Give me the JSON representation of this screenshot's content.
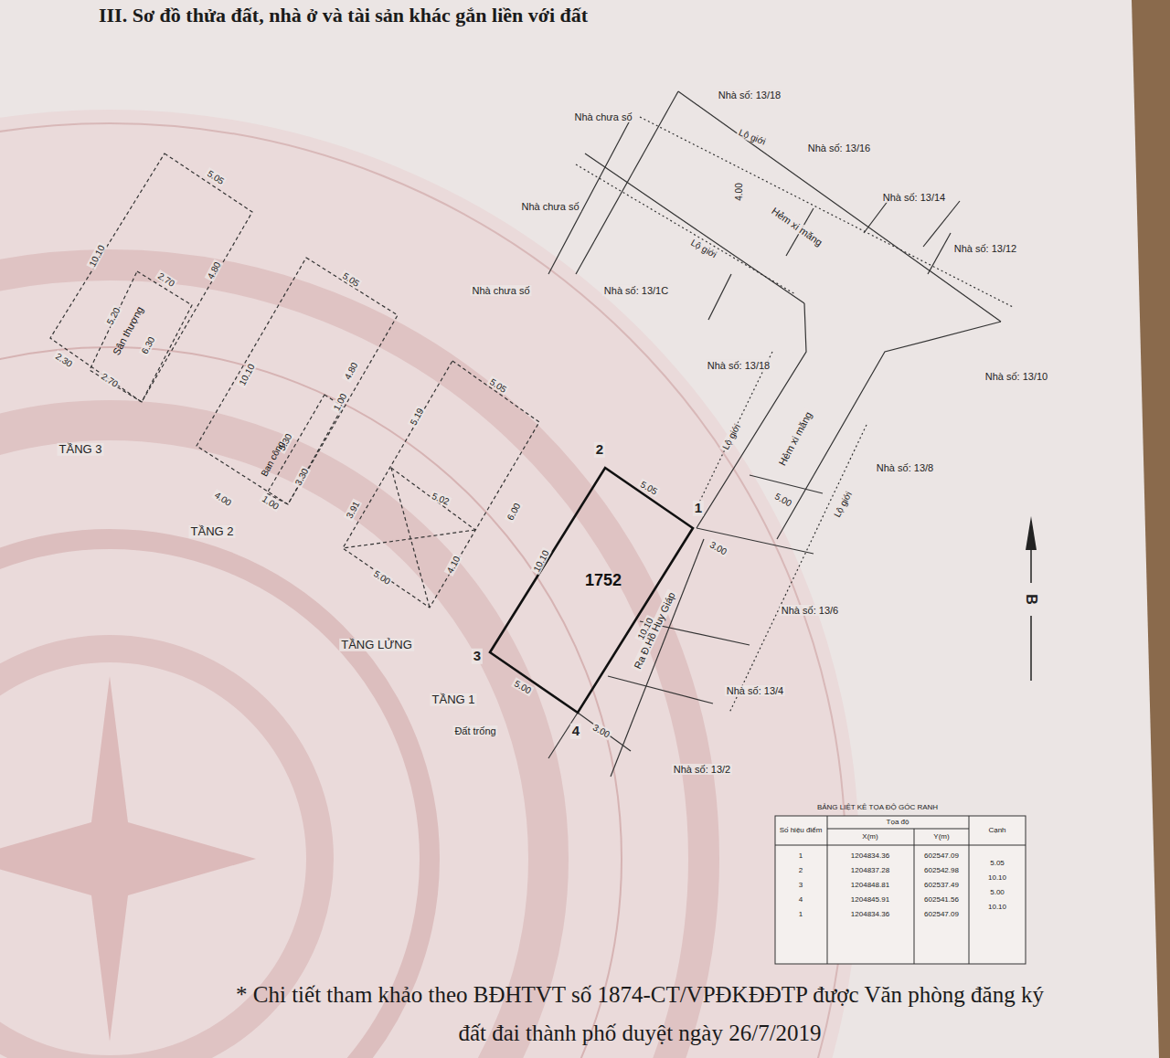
{
  "diagram": {
    "title": "III. Sơ đồ thửa đất, nhà ở và tài sản khác gắn liền với đất",
    "caption": "* Chi tiết tham khảo theo BĐHTVT số 1874-CT/VPĐKĐĐTP được Văn phòng đăng ký đất đai thành phố duyệt ngày 26/7/2019",
    "nodes": [
      {
        "text": [
          "1752"
        ]
      },
      {
        "text": [
          "Sân thượng"
        ]
      },
      {
        "text": [
          "Ban công"
        ]
      }
    ],
    "labels": [
      "Nhà số: 13/18",
      "Nhà chưa số",
      "Lộ giới",
      "Nhà số: 13/16",
      "4.00",
      "Nhà chưa số",
      "Hẻm xi măng",
      "Nhà số: 13/14",
      "Lộ giới",
      "Nhà số: 13/12",
      "Nhà chưa số",
      "Nhà số: 13/1C",
      "Nhà số: 13/18",
      "Nhà số: 13/10",
      "Lộ giới",
      "Hẻm xi măng",
      "Nhà số: 13/8",
      "5.00",
      "Lộ giới",
      "3.00",
      "Nhà số: 13/6",
      "Ra Đ.Hồ Huy Giáp",
      "Nhà số: 13/4",
      "Nhà số: 13/2",
      "3.00",
      "Đất trống",
      "2",
      "1",
      "3",
      "4",
      "5.05",
      "10.10",
      "10.10",
      "5.00",
      "TẦNG 3",
      "TẦNG 2",
      "TẦNG LỬNG",
      "TẦNG 1",
      "5.05",
      "10.10",
      "4.80",
      "2.70",
      "5.20",
      "6.30",
      "2.30",
      "2.70",
      "5.05",
      "10.10",
      "4.80",
      "1.00",
      "5.30",
      "3.30",
      "4.00",
      "1.00",
      "5.05",
      "5.19",
      "6.00",
      "5.02",
      "3.91",
      "4.10",
      "5.00",
      "B",
      "BẢNG LIỆT KÊ TỌA ĐỘ GÓC RANH",
      "Số hiệu điểm",
      "Tọa độ",
      "X(m)",
      "Y(m)",
      "Cạnh",
      "1",
      "1204834.36",
      "602547.09",
      "2",
      "1204837.28",
      "602542.98",
      "3",
      "1204848.81",
      "602537.49",
      "4",
      "1204845.91",
      "602541.56",
      "1",
      "1204834.36",
      "602547.09",
      "5.05",
      "10.10",
      "5.00",
      "10.10"
    ]
  }
}
